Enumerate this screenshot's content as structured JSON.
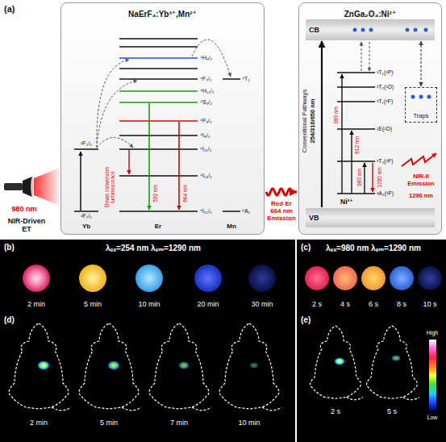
{
  "diagram": {
    "nodes": [
      {
        "text": [
          "NaErF₄:Yb³⁺,Mn²⁺"
        ]
      },
      {
        "text": [
          "ZnGa₂O₄:Ni²⁺"
        ]
      },
      {
        "text": [
          "CB"
        ],
        "in": 1
      },
      {
        "text": [
          "Traps"
        ],
        "in": 1
      },
      {
        "text": [
          "VB"
        ],
        "in": 1
      }
    ],
    "edges": [
      {
        "from": 0,
        "to": 1,
        "arrow": "to",
        "label": "Red Er 664 nm Emission"
      },
      {
        "from": 4,
        "to": 2,
        "arrow": "to"
      },
      {
        "from": 2,
        "to": 3,
        "arrow": "both"
      }
    ],
    "labels": [
      "(a)",
      "980 nm",
      "NIR-Driven ET",
      "²F₅/₂",
      "²F₇/₂",
      "⁴H₉/₂",
      "⁴F₇/₂",
      "⁴H₁₁/₂",
      "⁴S₃/₂",
      "⁴F₉/₂",
      "⁴I₉/₂",
      "⁴I₁₁/₂",
      "⁴I₁₃/₂",
      "⁴I₁₅/₂",
      "Down conversion luminescence",
      "532 nm",
      "664 nm",
      "⁴T₁",
      "⁶A₁",
      "Yb",
      "Er",
      "Mn",
      "Conventional Pathways",
      "254/310/650 nm",
      "³T₁(³P)",
      "³T₂(¹D)",
      "³T₁(³F)",
      "¹E(¹D)",
      "³T₂(³F)",
      "³A₂(³F)",
      "380 nm",
      "612 nm",
      "980 nm",
      "1290 nm",
      "Ni²⁺",
      "NIR-II Emission",
      "1290 nm",
      "(b)",
      "λₑₓ=254 nm λₑₘ=1290 nm",
      "2 min",
      "5 min",
      "10 min",
      "20 min",
      "30 min",
      "(c)",
      "λₑₓ=980 nm λₑₘ=1290 nm",
      "2 s",
      "4 s",
      "6 s",
      "8 s",
      "10 s",
      "(d)",
      "2 min",
      "5 min",
      "7 min",
      "10 min",
      "(e)",
      "2 s",
      "5 s",
      "High",
      "Low"
    ]
  }
}
